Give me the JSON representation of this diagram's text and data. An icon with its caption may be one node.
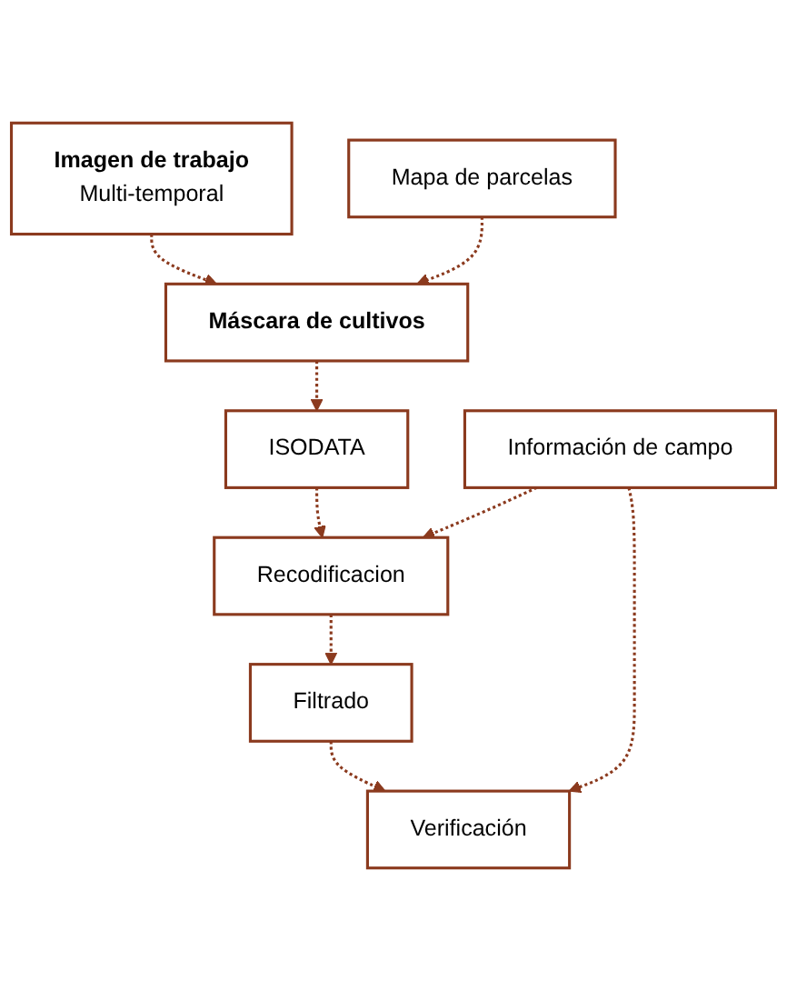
{
  "diagram": {
    "nodes": [
      {
        "text": [
          "Imagen de trabajo",
          "Multi-temporal"
        ]
      },
      {
        "text": [
          "Mapa de parcelas"
        ]
      },
      {
        "text": [
          "Máscara de cultivos"
        ]
      },
      {
        "text": [
          "ISODATA"
        ]
      },
      {
        "text": [
          "Recodificacion"
        ]
      },
      {
        "text": [
          "Información de campo"
        ]
      },
      {
        "text": [
          "Filtrado"
        ]
      },
      {
        "text": [
          "Verificación"
        ]
      }
    ],
    "edges": [
      {
        "from": 0,
        "to": 2,
        "arrow": "to",
        "style": "dashed"
      },
      {
        "from": 1,
        "to": 2,
        "arrow": "to",
        "style": "dashed"
      },
      {
        "from": 2,
        "to": 3,
        "arrow": "to",
        "style": "dashed"
      },
      {
        "from": 3,
        "to": 4,
        "arrow": "to",
        "style": "dashed"
      },
      {
        "from": 5,
        "to": 4,
        "arrow": "to",
        "style": "dashed"
      },
      {
        "from": 4,
        "to": 6,
        "arrow": "to",
        "style": "dashed"
      },
      {
        "from": 6,
        "to": 7,
        "arrow": "to",
        "style": "dashed"
      },
      {
        "from": 5,
        "to": 7,
        "arrow": "to",
        "style": "dashed"
      }
    ]
  }
}
